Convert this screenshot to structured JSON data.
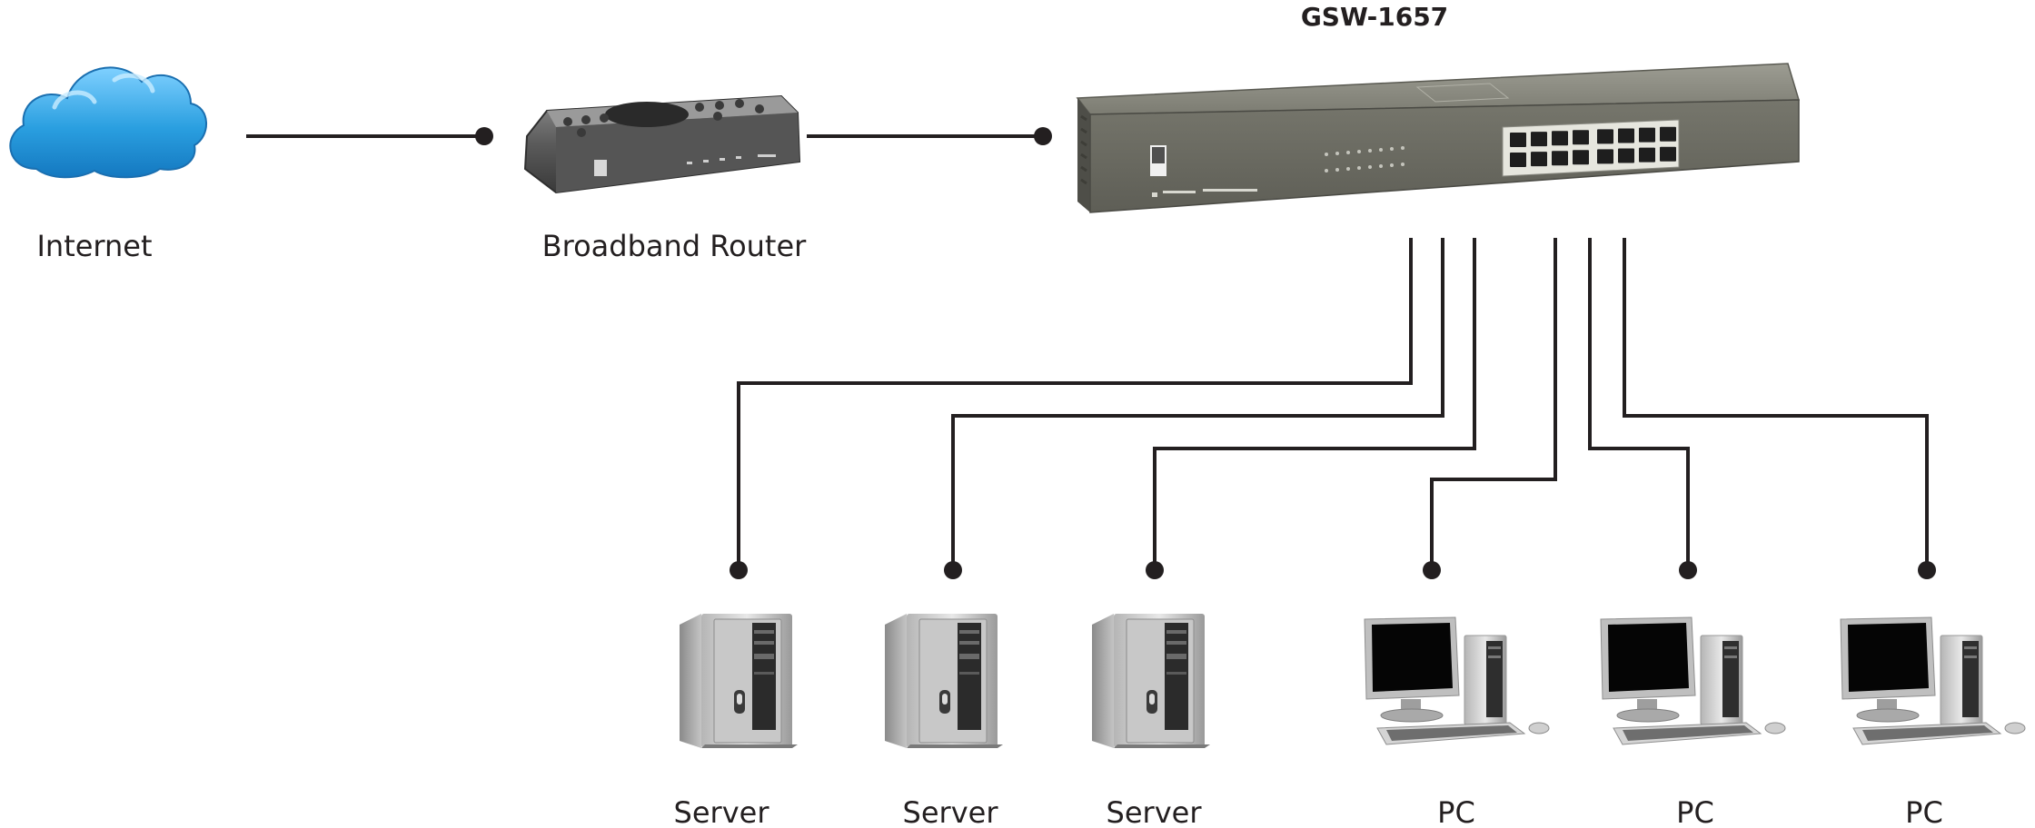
{
  "switch": {
    "title": "GSW-1657"
  },
  "nodes": {
    "internet": {
      "label": "Internet"
    },
    "router": {
      "label": "Broadband Router"
    },
    "servers": [
      {
        "label": "Server"
      },
      {
        "label": "Server"
      },
      {
        "label": "Server"
      }
    ],
    "pcs": [
      {
        "label": "PC"
      },
      {
        "label": "PC"
      },
      {
        "label": "PC"
      }
    ]
  },
  "colors": {
    "line": "#231f20",
    "cloud": "#2a9fe0",
    "switch_body": "#8a8a80"
  },
  "icons": [
    "cloud-icon",
    "router-icon",
    "switch-icon",
    "server-icon",
    "pc-icon"
  ]
}
